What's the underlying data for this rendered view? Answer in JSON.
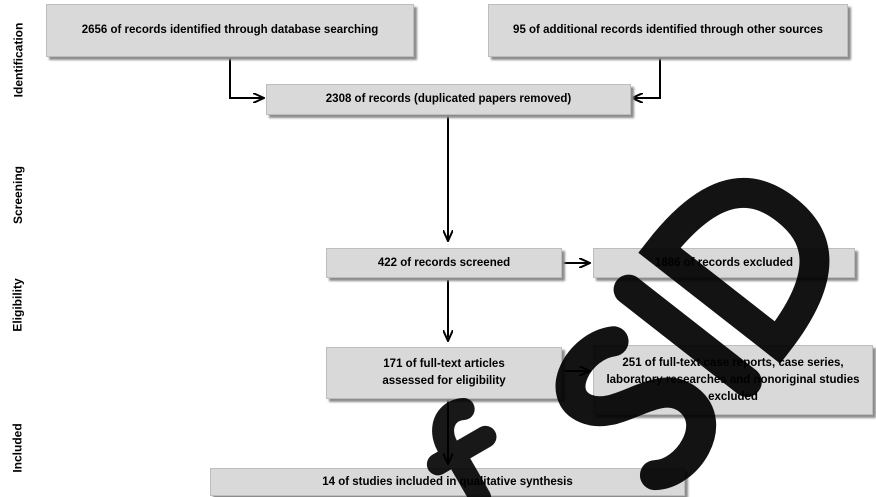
{
  "phases": {
    "identification": "Identification",
    "screening": "Screening",
    "eligibility": "Eligibility",
    "included": "Included"
  },
  "boxes": {
    "database_records": "2656 of records identified through database searching",
    "additional_records": "95 of additional records identified through other sources",
    "deduplicated_records": "2308 of records (duplicated papers removed)",
    "records_screened": "422 of records screened",
    "records_excluded": "1886 of records excluded",
    "fulltext_assessed": "171 of full-text articles assessed for eligibility",
    "fulltext_excluded": "251 of full-text case reports, case series, laboratory researches and nonoriginal studies excluded",
    "studies_included": "14 of studies included in qualitative synthesis"
  },
  "colors": {
    "box_fill": "#d9d9d9",
    "box_shadow": "#8c8c8c",
    "arrow": "#000000",
    "watermark": "#000000"
  },
  "watermark": {
    "text": "SID"
  }
}
